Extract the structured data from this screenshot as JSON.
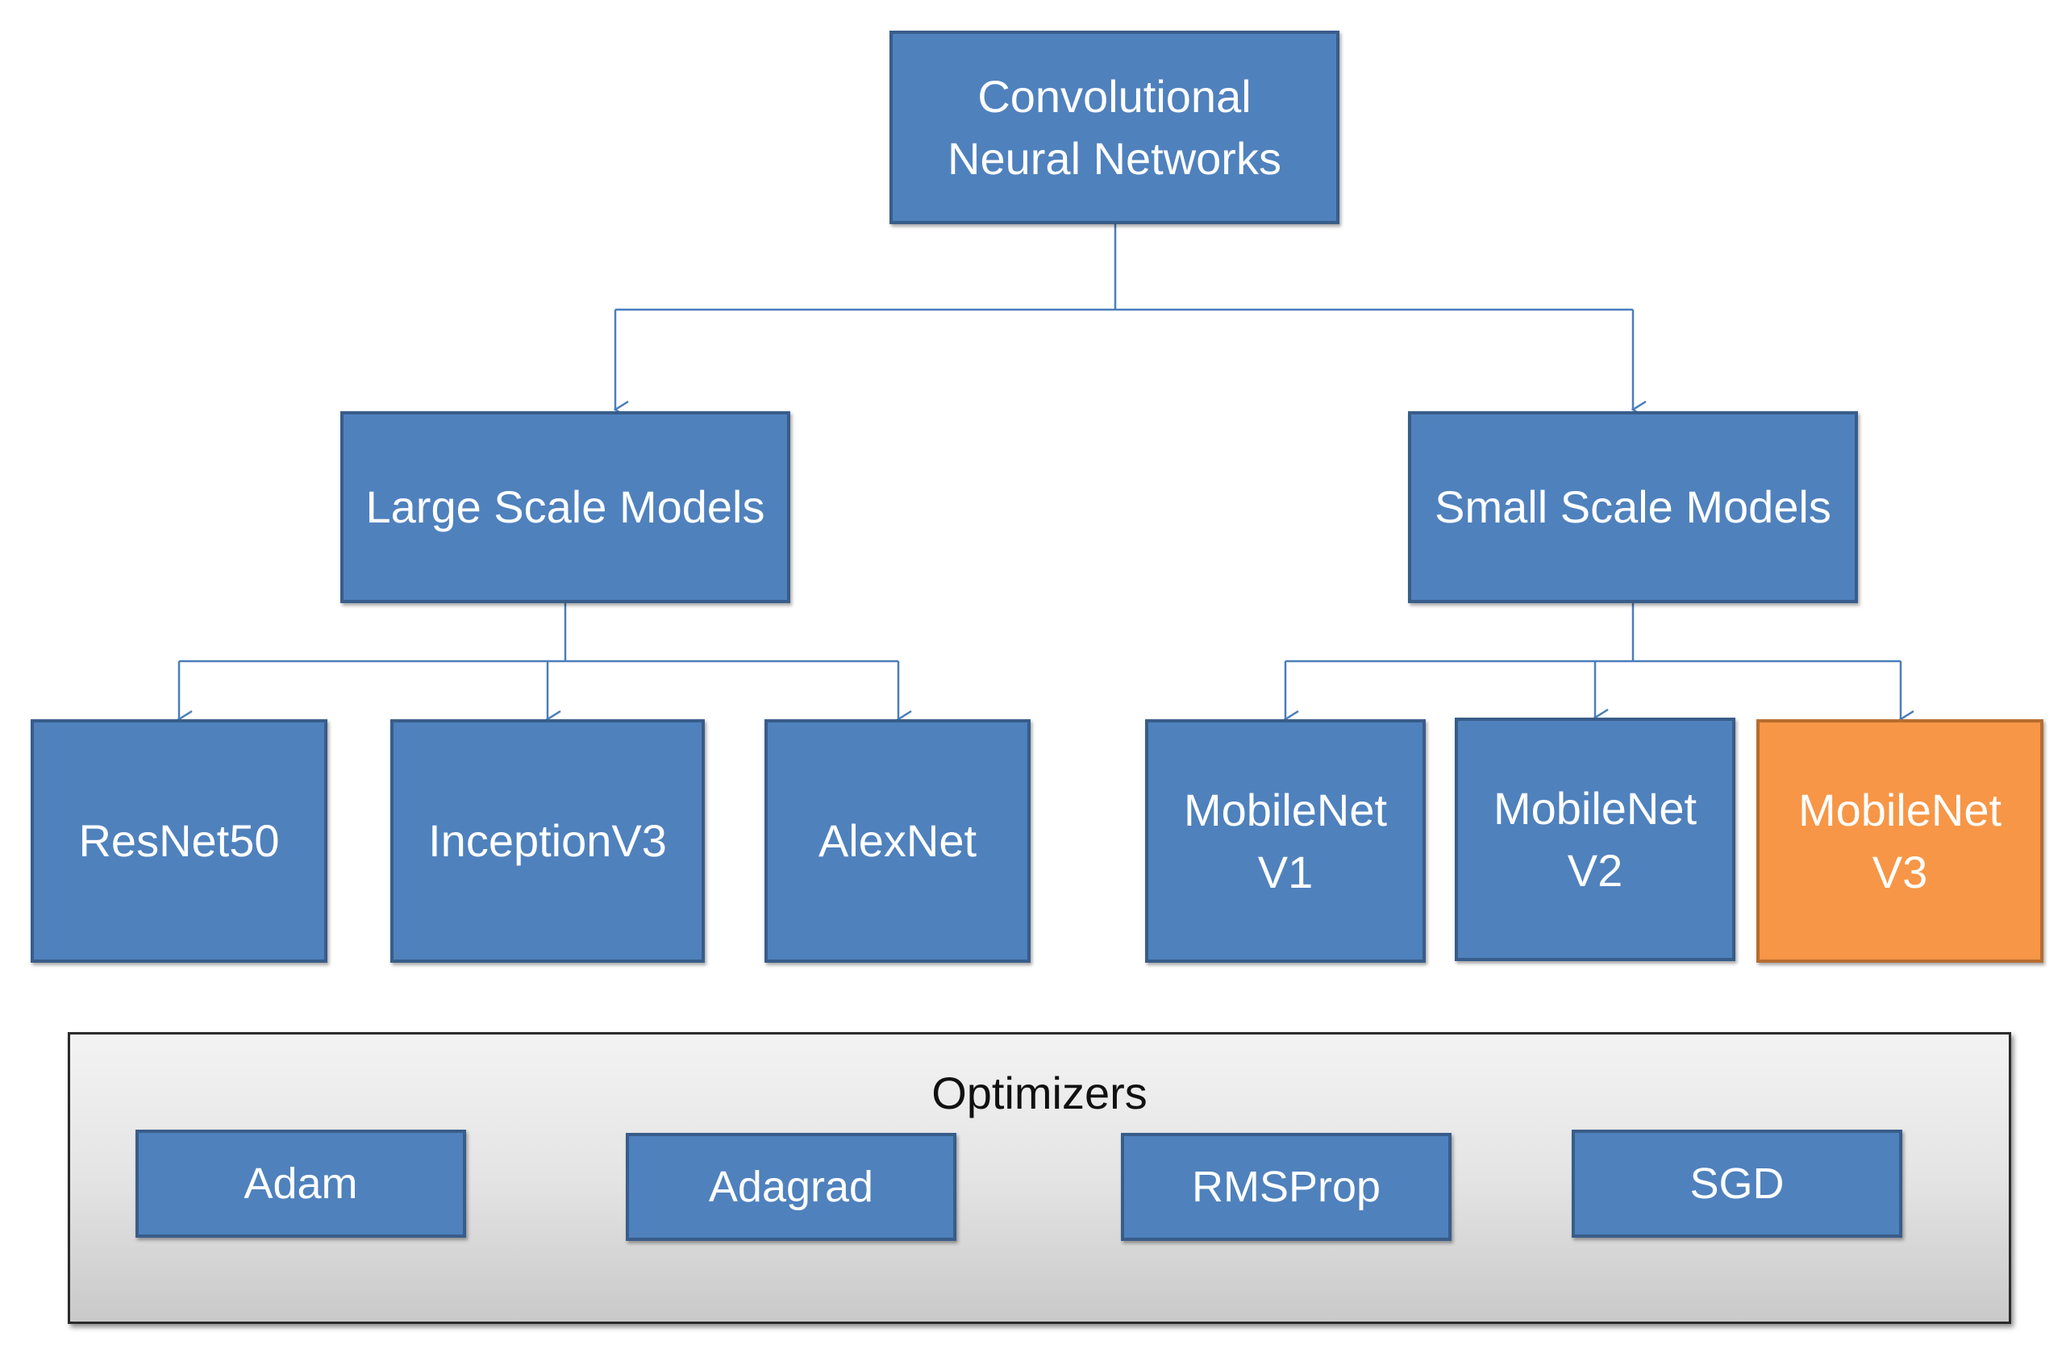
{
  "diagram": {
    "root": {
      "label": "Convolutional\nNeural Networks"
    },
    "groups": [
      {
        "label": "Large Scale Models",
        "children": [
          {
            "label": "ResNet50"
          },
          {
            "label": "InceptionV3"
          },
          {
            "label": "AlexNet"
          }
        ]
      },
      {
        "label": "Small Scale Models",
        "children": [
          {
            "label": "MobileNet\nV1"
          },
          {
            "label": "MobileNet\nV2"
          },
          {
            "label": "MobileNet\nV3",
            "highlighted": true
          }
        ]
      }
    ],
    "optimizers": {
      "title": "Optimizers",
      "items": [
        {
          "label": "Adam"
        },
        {
          "label": "Adagrad"
        },
        {
          "label": "RMSProp"
        },
        {
          "label": "SGD"
        }
      ]
    }
  },
  "colors": {
    "node_fill": "#4f81bd",
    "node_border": "#385d8a",
    "highlight_fill": "#f79646",
    "highlight_border": "#b66d31",
    "connector": "#4a7ebb"
  }
}
